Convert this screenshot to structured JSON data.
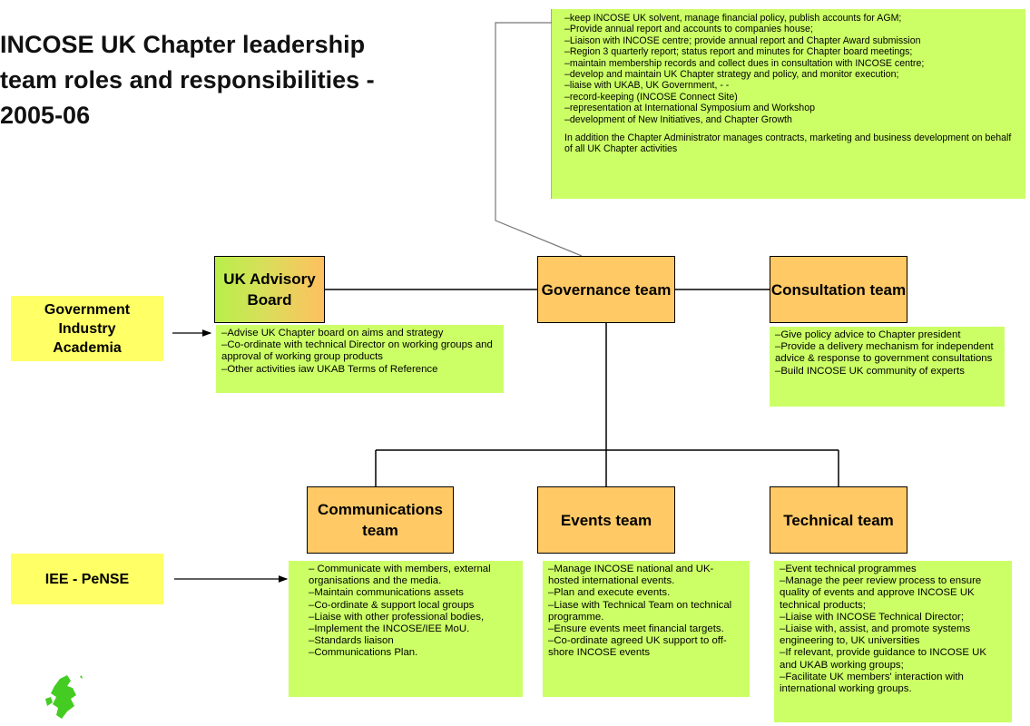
{
  "title": {
    "lines": [
      "INCOSE UK Chapter leadership",
      "team roles and responsibilities -",
      "2005-06"
    ]
  },
  "governance_notes": {
    "lines": [
      "–keep INCOSE UK solvent, manage financial policy, publish accounts for AGM;",
      "–Provide annual report and accounts to companies house;",
      "–Liaison with INCOSE centre; provide annual report and Chapter Award submission",
      "–Region 3 quarterly report; status report and minutes for Chapter board meetings;",
      "–maintain membership records and collect dues in consultation with INCOSE centre;",
      "–develop and maintain UK Chapter strategy and policy, and monitor execution;",
      "–liaise with UKAB, UK Government, - -",
      "–record-keeping (INCOSE Connect Site)",
      "–representation at International Symposium and Workshop",
      "–development of New Initiatives, and Chapter Growth"
    ],
    "extra": "In addition the Chapter Administrator manages contracts, marketing and business development on behalf of all UK Chapter activities"
  },
  "nodes": {
    "advisory": "UK Advisory Board",
    "governance": "Governance team",
    "consultation": "Consultation team",
    "communications": "Communications team",
    "events": "Events team",
    "technical": "Technical team"
  },
  "inputs": {
    "government": "Government Industry Academia",
    "iee": "IEE - PeNSE"
  },
  "notes": {
    "advisory": [
      "–Advise UK Chapter board on aims and strategy",
      "–Co-ordinate with technical Director on working groups and approval of working group products",
      "–Other activities iaw UKAB Terms of Reference"
    ],
    "consultation": [
      "–Give policy advice to Chapter president",
      "–Provide a delivery mechanism for independent advice & response to government consultations",
      "–Build INCOSE UK community of experts"
    ],
    "communications": [
      "– Communicate with members, external organisations and the media.",
      "–Maintain communications assets",
      "–Co-ordinate & support local groups",
      "–Liaise with other professional bodies,",
      "–Implement the INCOSE/IEE MoU.",
      "–Standards liaison",
      "–Communications Plan."
    ],
    "events": [
      "–Manage INCOSE national and UK-hosted international events.",
      "–Plan and execute events.",
      "–Liase with Technical Team on technical programme.",
      "–Ensure events meet financial targets.",
      "–Co-ordinate agreed UK support to off-shore INCOSE events"
    ],
    "technical": [
      "–Event technical programmes",
      "–Manage the peer review process to ensure quality of events and approve INCOSE UK technical products;",
      "–Liaise with INCOSE Technical Director;",
      "–Liaise with, assist, and promote systems engineering to, UK universities",
      "–If relevant, provide guidance to INCOSE UK and UKAB working groups;",
      "–Facilitate UK members' interaction with international working groups."
    ]
  },
  "colors": {
    "team_box": "#ffc966",
    "note_box": "#ccff66",
    "input_box": "#ffff66",
    "logo": "#44cc22"
  }
}
